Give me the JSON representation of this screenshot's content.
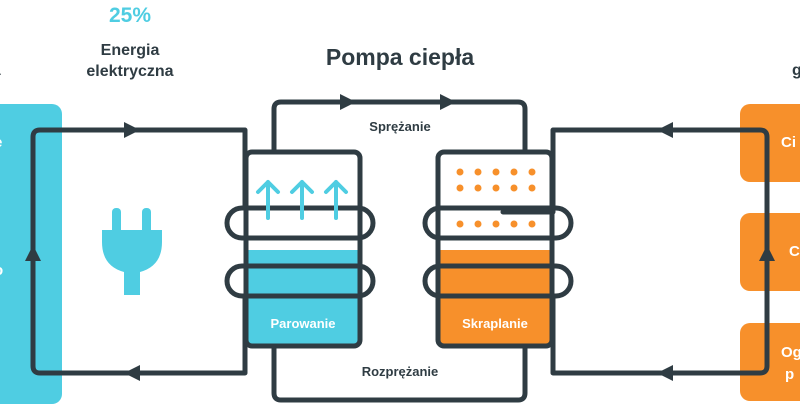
{
  "electricity": {
    "percent": "25%",
    "label_line1": "Energia",
    "label_line2": "elektryczna"
  },
  "left_panel": {
    "heading_fragment": "na",
    "item_fragment_1": "e",
    "item_fragment_2": "o"
  },
  "right_panel": {
    "heading_fragment": "g",
    "item_fragment_1": "Ci",
    "item_fragment_2": "C",
    "item_fragment_3a": "Og",
    "item_fragment_3b": "p"
  },
  "heat_pump": {
    "title": "Pompa ciepła",
    "compression": "Sprężanie",
    "expansion": "Rozprężanie",
    "evaporation": "Parowanie",
    "condensation": "Skraplanie"
  },
  "colors": {
    "cyan": "#4fcde2",
    "orange": "#f7902b",
    "outline": "#2f3c43"
  },
  "icons": [
    "plug-icon",
    "up-arrow-icon",
    "arrow-right-icon",
    "arrow-left-icon",
    "arrow-up-icon",
    "arrow-down-icon"
  ]
}
